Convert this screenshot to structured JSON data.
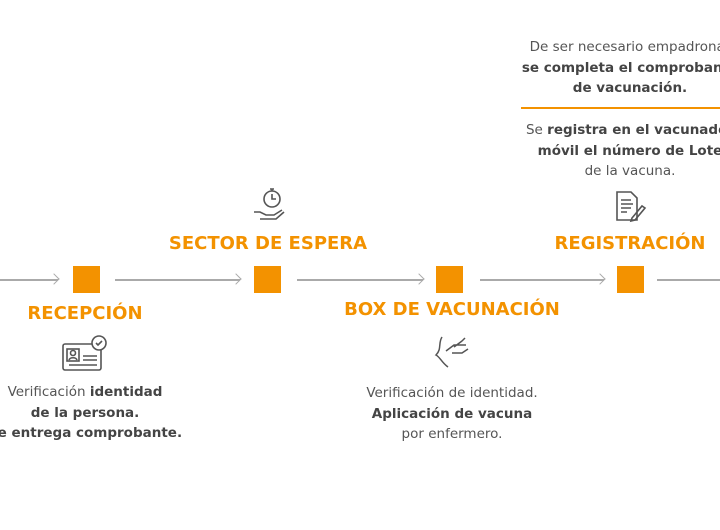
{
  "colors": {
    "accent": "#F39200",
    "text": "#555555",
    "line": "#aaaaaa"
  },
  "steps": [
    {
      "title": "RECEPCIÓN",
      "icon": "id-card-check-icon",
      "lines": [
        [
          "Verificación ",
          "identidad"
        ],
        [
          "",
          "de la persona."
        ],
        [
          "",
          "Se entrega comprobante."
        ]
      ]
    },
    {
      "title": "SECTOR DE ESPERA",
      "icon": "hand-stopwatch-icon"
    },
    {
      "title": "BOX DE VACUNACIÓN",
      "icon": "vaccine-arm-icon",
      "lines": [
        [
          "Verificación de identidad.",
          ""
        ],
        [
          "",
          "Aplicación de vacuna"
        ],
        [
          "por enfermero.",
          ""
        ]
      ]
    },
    {
      "title": "REGISTRACIÓN",
      "icon": "document-edit-icon",
      "top_note": [
        [
          "De ser necesario empadronar",
          ""
        ],
        [
          "",
          "se completa el comprobante"
        ],
        [
          "",
          "de vacunación."
        ]
      ],
      "lines": [
        [
          "Se ",
          "registra en el vacunador"
        ],
        [
          "",
          "móvil el número de Lote"
        ],
        [
          "de la vacuna.",
          ""
        ]
      ]
    }
  ]
}
